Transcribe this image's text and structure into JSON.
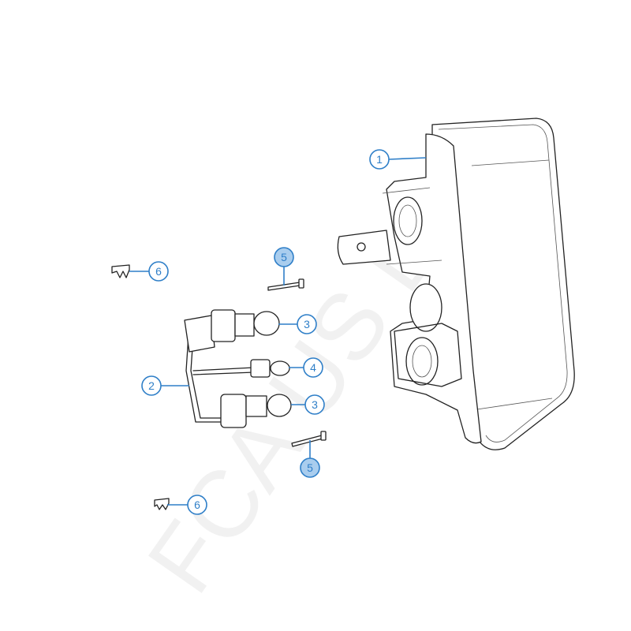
{
  "watermark": "FCA US LLC",
  "callouts": [
    {
      "label": "1",
      "part": "tail-lamp-housing",
      "highlighted": false
    },
    {
      "label": "2",
      "part": "wiring-harness",
      "highlighted": false
    },
    {
      "label": "3",
      "part": "bulb-upper",
      "highlighted": false
    },
    {
      "label": "3",
      "part": "bulb-lower",
      "highlighted": false
    },
    {
      "label": "4",
      "part": "bulb-small",
      "highlighted": false
    },
    {
      "label": "5",
      "part": "pin-upper",
      "highlighted": true
    },
    {
      "label": "5",
      "part": "pin-lower",
      "highlighted": true
    },
    {
      "label": "6",
      "part": "clip-upper",
      "highlighted": false
    },
    {
      "label": "6",
      "part": "clip-lower",
      "highlighted": false
    }
  ],
  "colors": {
    "callout": "#2f7fc8",
    "highlight_fill": "#a9cdee",
    "line": "#222222"
  }
}
